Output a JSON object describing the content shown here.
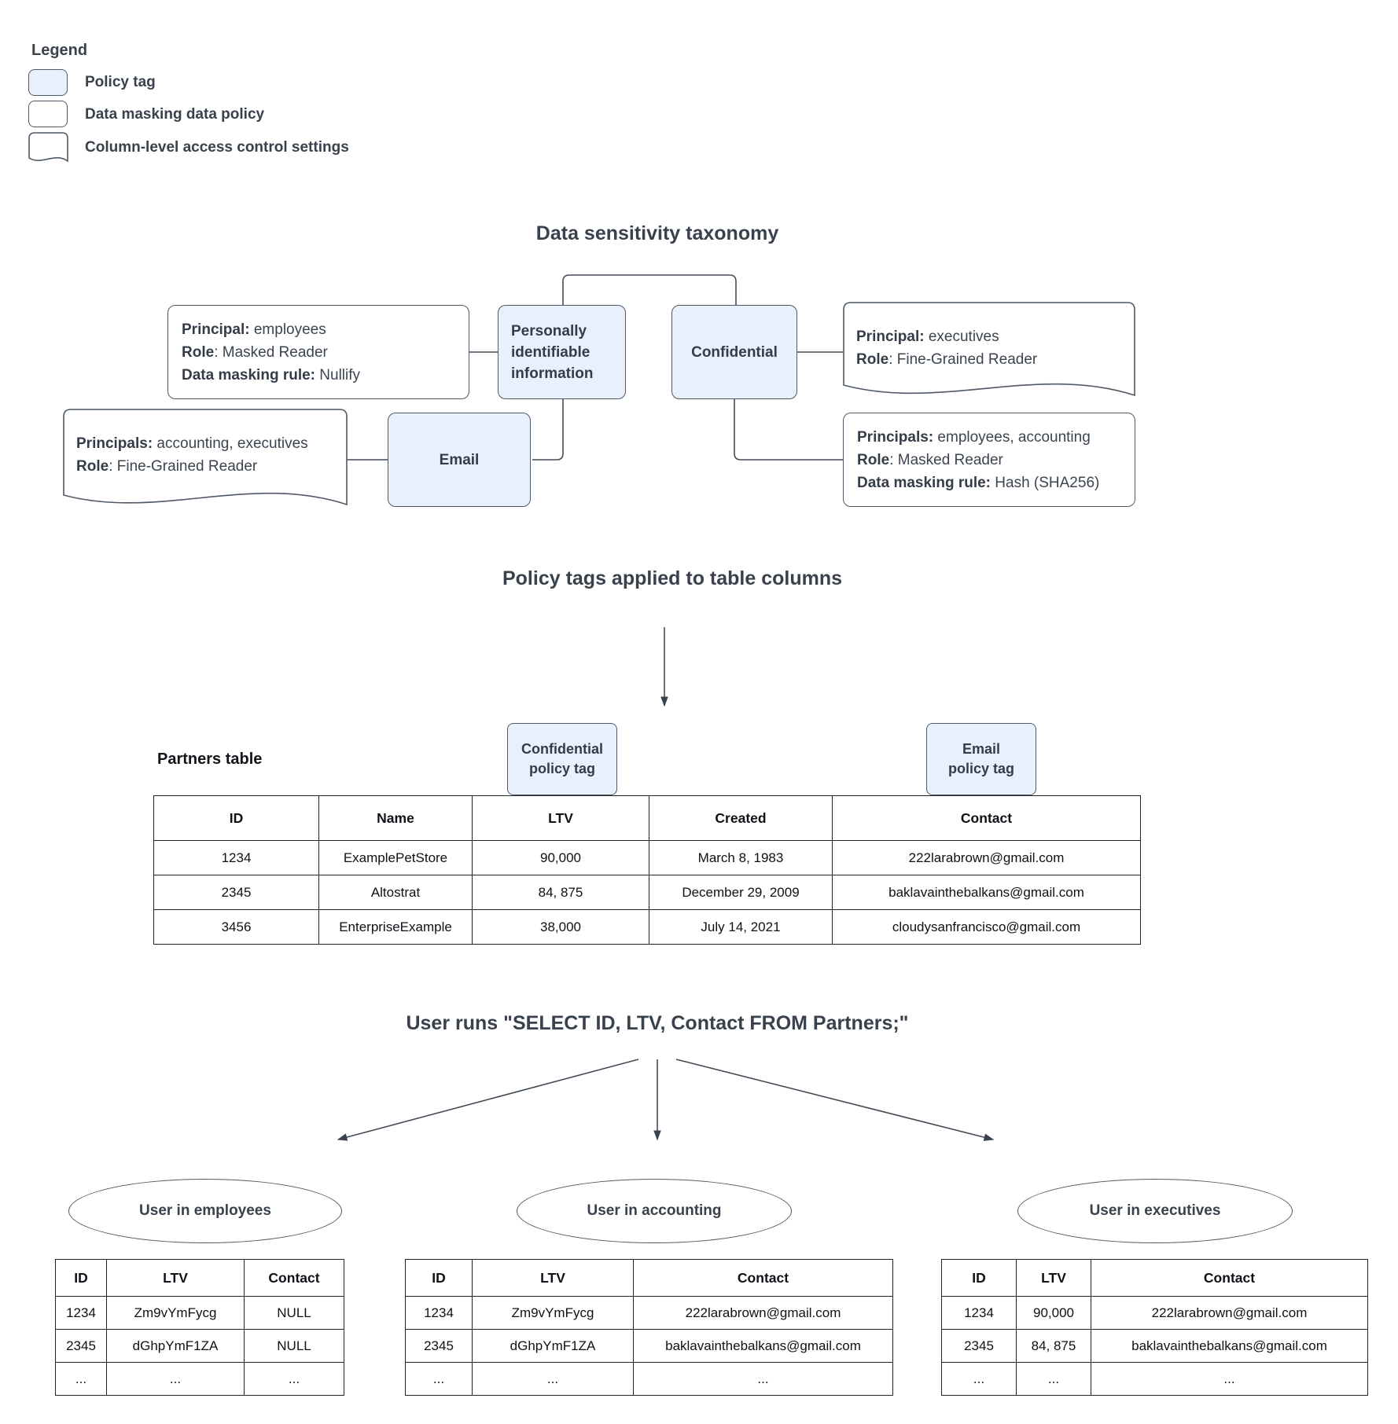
{
  "colors": {
    "policy_tag_fill": "#e8f0fb",
    "shape_stroke": "#4f5a66",
    "heading_text": "#39414d",
    "table_border": "#20242a"
  },
  "legend": {
    "title": "Legend",
    "items": [
      {
        "label": "Policy tag",
        "swatch": "policy-tag"
      },
      {
        "label": "Data masking data policy",
        "swatch": "data-masking-policy"
      },
      {
        "label": "Column-level access control settings",
        "swatch": "access-control-doc"
      }
    ]
  },
  "taxonomy": {
    "title": "Data sensitivity taxonomy",
    "tags": {
      "pii": "Personally identifiable information",
      "confidential": "Confidential",
      "email": "Email"
    },
    "notes": {
      "nullify": {
        "lines": [
          {
            "b": "Principal:",
            "t": " employees"
          },
          {
            "b": "Role",
            "t": ": Masked Reader"
          },
          {
            "b": "Data masking rule:",
            "t": " Nullify"
          }
        ]
      },
      "executives": {
        "lines": [
          {
            "b": "Principal:",
            "t": " executives"
          },
          {
            "b": "Role",
            "t": ": Fine-Grained Reader"
          }
        ]
      },
      "accounting": {
        "lines": [
          {
            "b": "Principals:",
            "t": " accounting, executives"
          },
          {
            "b": "Role",
            "t": ": Fine-Grained Reader"
          }
        ]
      },
      "hash": {
        "lines": [
          {
            "b": "Principals:",
            "t": " employees, accounting"
          },
          {
            "b": "Role",
            "t": ": Masked Reader"
          },
          {
            "b": "Data masking rule:",
            "t": " Hash (SHA256)"
          }
        ]
      }
    }
  },
  "applied": {
    "title": "Policy tags applied to table columns",
    "confidential_tag": {
      "line1": "Confidential",
      "line2": "policy tag"
    },
    "email_tag": {
      "line1": "Email",
      "line2": "policy tag"
    },
    "table_label": "Partners table",
    "partners": {
      "headers": [
        "ID",
        "Name",
        "LTV",
        "Created",
        "Contact"
      ],
      "rows": [
        [
          "1234",
          "ExamplePetStore",
          "90,000",
          "March 8, 1983",
          "222larabrown@gmail.com"
        ],
        [
          "2345",
          "Altostrat",
          "84, 875",
          "December 29, 2009",
          "baklavainthebalkans@gmail.com"
        ],
        [
          "3456",
          "EnterpriseExample",
          "38,000",
          "July 14, 2021",
          "cloudysanfrancisco@gmail.com"
        ]
      ]
    }
  },
  "query": {
    "title": "User runs \"SELECT ID, LTV, Contact FROM Partners;\"",
    "results": [
      {
        "user": "User in employees",
        "table": {
          "headers": [
            "ID",
            "LTV",
            "Contact"
          ],
          "rows": [
            [
              "1234",
              "Zm9vYmFycg",
              "NULL"
            ],
            [
              "2345",
              "dGhpYmF1ZA",
              "NULL"
            ],
            [
              "...",
              "...",
              "..."
            ]
          ]
        }
      },
      {
        "user": "User in accounting",
        "table": {
          "headers": [
            "ID",
            "LTV",
            "Contact"
          ],
          "rows": [
            [
              "1234",
              "Zm9vYmFycg",
              "222larabrown@gmail.com"
            ],
            [
              "2345",
              "dGhpYmF1ZA",
              "baklavainthebalkans@gmail.com"
            ],
            [
              "...",
              "...",
              "..."
            ]
          ]
        }
      },
      {
        "user": "User in executives",
        "table": {
          "headers": [
            "ID",
            "LTV",
            "Contact"
          ],
          "rows": [
            [
              "1234",
              "90,000",
              "222larabrown@gmail.com"
            ],
            [
              "2345",
              "84, 875",
              "baklavainthebalkans@gmail.com"
            ],
            [
              "...",
              "...",
              "..."
            ]
          ]
        }
      }
    ]
  }
}
